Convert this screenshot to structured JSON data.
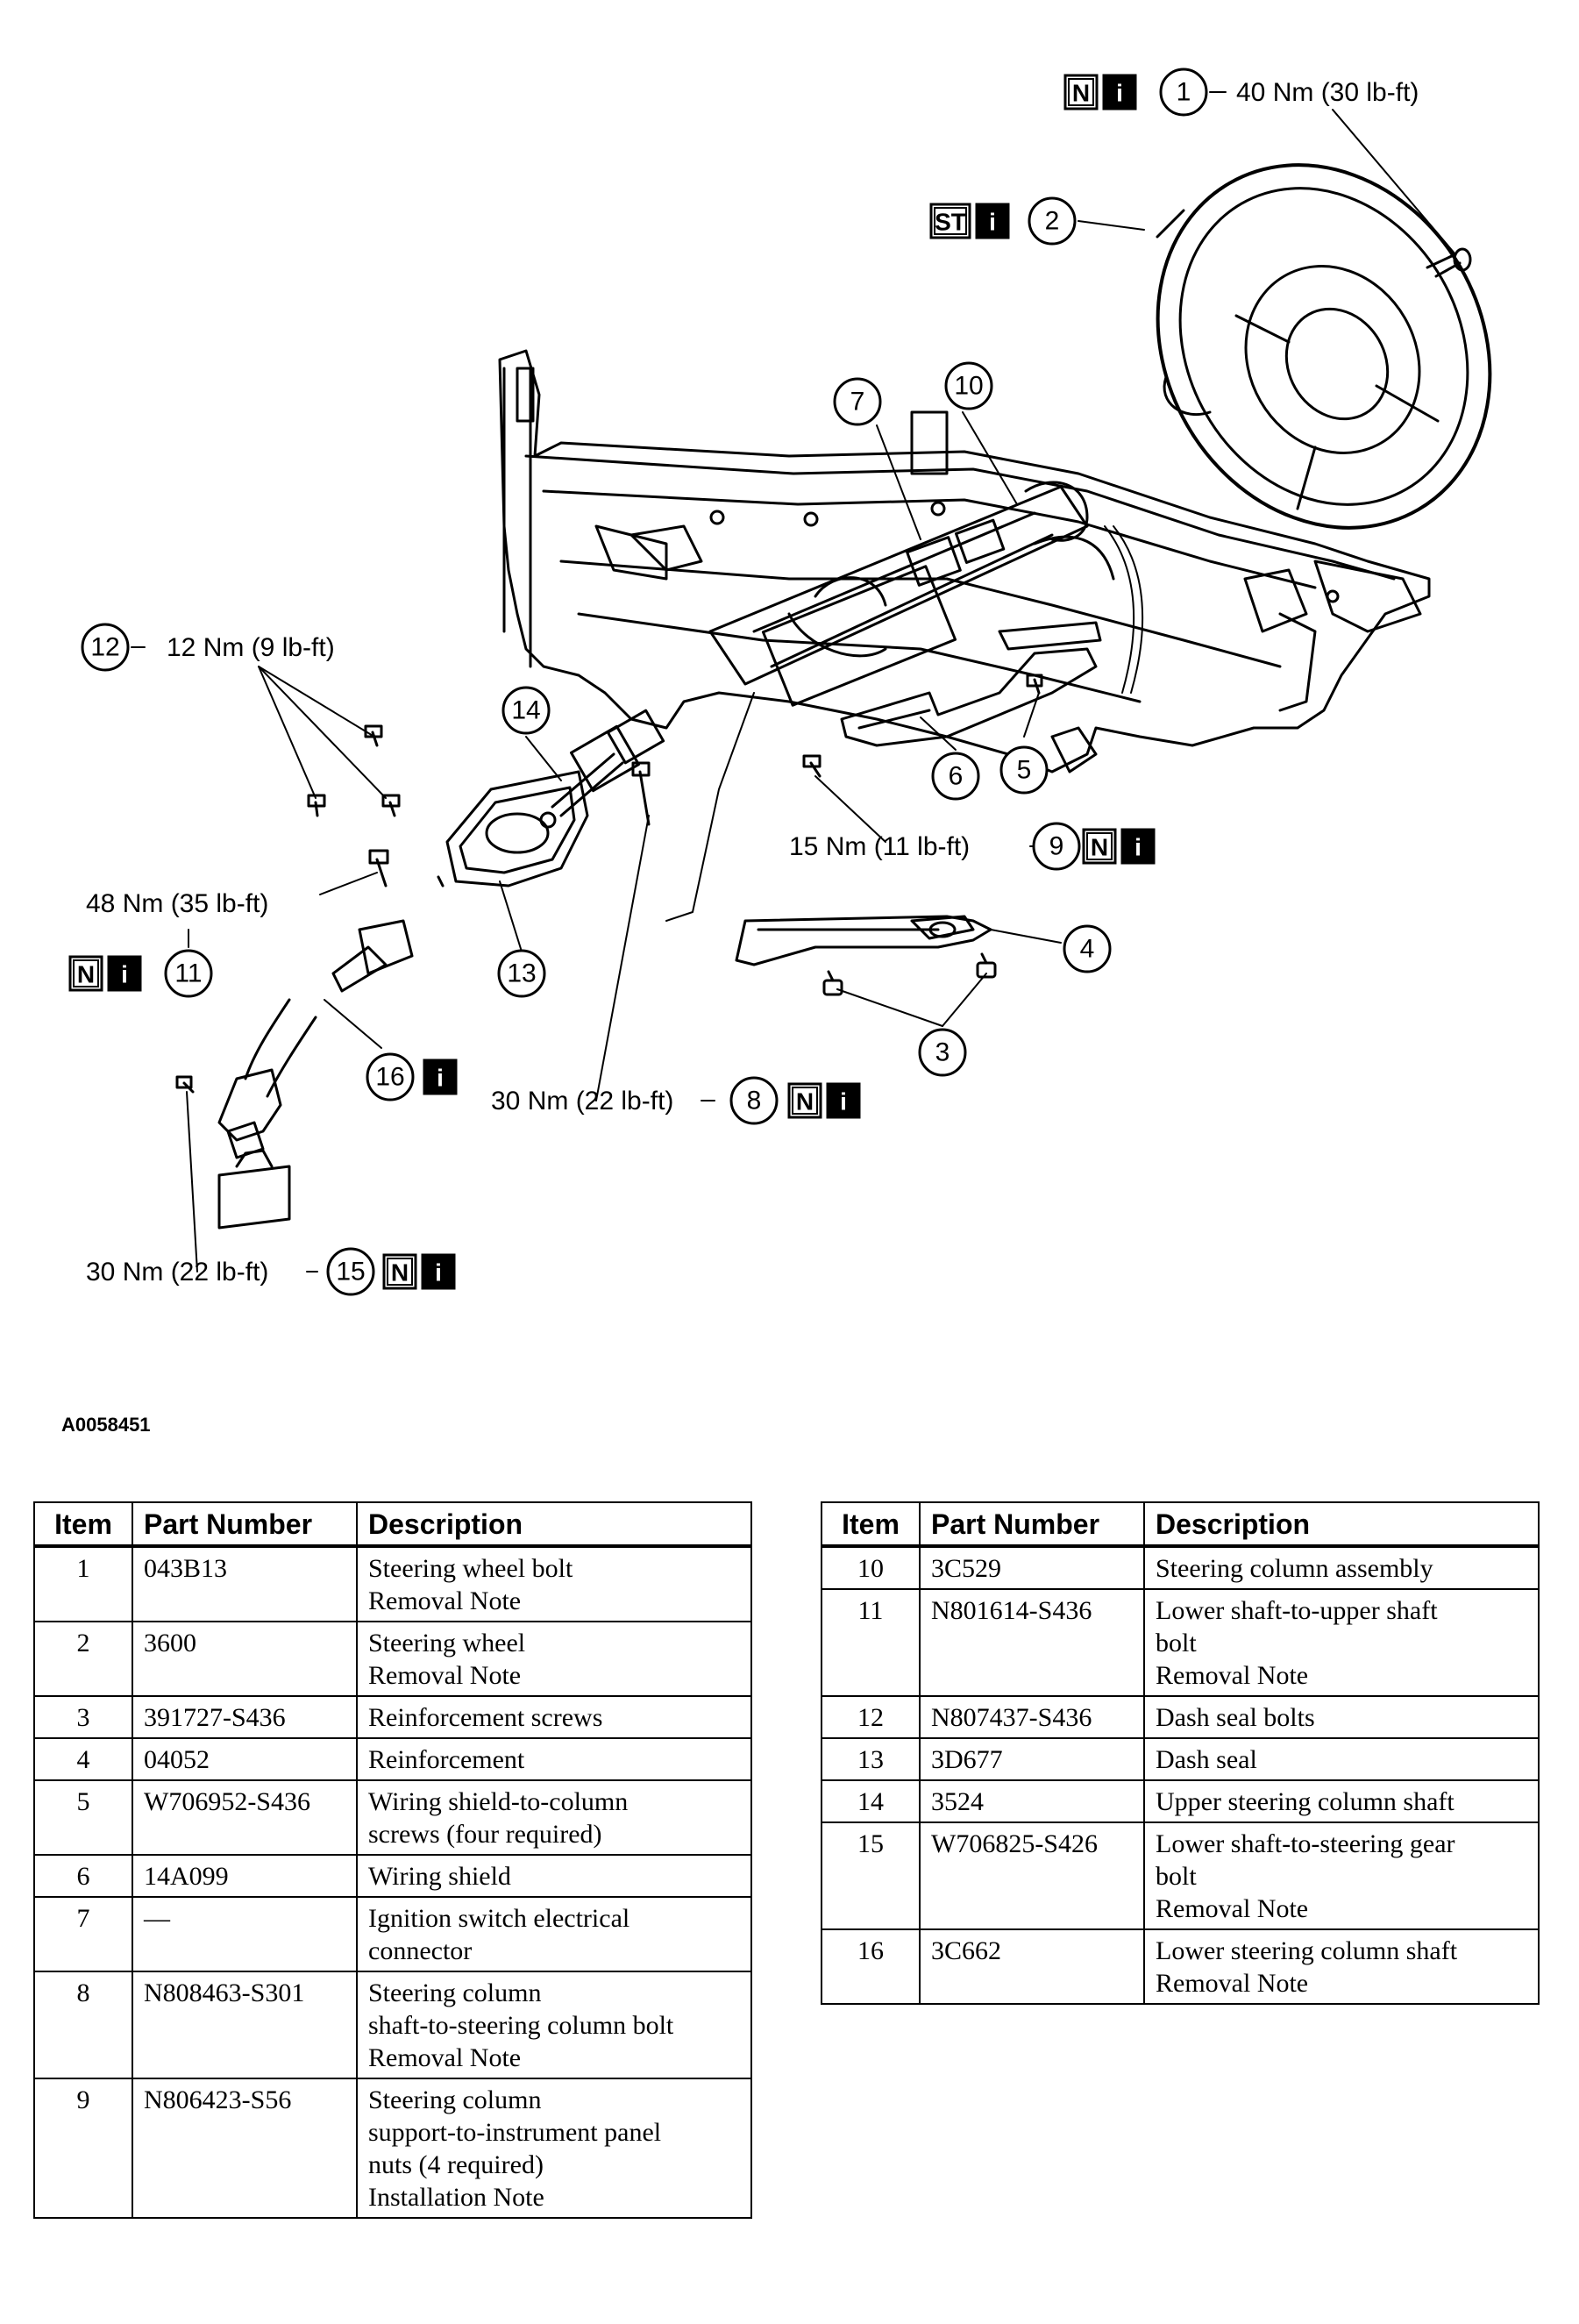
{
  "figure_id": "A0058451",
  "callouts": [
    {
      "num": "1",
      "torque": "40 Nm (30 lb-ft)",
      "badges": [
        "N",
        "i"
      ]
    },
    {
      "num": "2",
      "torque": "",
      "badges": [
        "ST",
        "i"
      ]
    },
    {
      "num": "3",
      "torque": "",
      "badges": []
    },
    {
      "num": "4",
      "torque": "",
      "badges": []
    },
    {
      "num": "5",
      "torque": "",
      "badges": []
    },
    {
      "num": "6",
      "torque": "",
      "badges": []
    },
    {
      "num": "7",
      "torque": "",
      "badges": []
    },
    {
      "num": "8",
      "torque": "30 Nm (22 lb-ft)",
      "badges": [
        "N",
        "i"
      ]
    },
    {
      "num": "9",
      "torque": "15 Nm (11 lb-ft)",
      "badges": [
        "N",
        "i"
      ]
    },
    {
      "num": "10",
      "torque": "",
      "badges": []
    },
    {
      "num": "11",
      "torque": "48 Nm (35 lb-ft)",
      "badges": [
        "N",
        "i"
      ]
    },
    {
      "num": "12",
      "torque": "12 Nm (9 lb-ft)",
      "badges": []
    },
    {
      "num": "13",
      "torque": "",
      "badges": []
    },
    {
      "num": "14",
      "torque": "",
      "badges": []
    },
    {
      "num": "15",
      "torque": "30 Nm (22 lb-ft)",
      "badges": [
        "N",
        "i"
      ]
    },
    {
      "num": "16",
      "torque": "",
      "badges": [
        "i"
      ]
    }
  ],
  "table_headers": [
    "Item",
    "Part Number",
    "Description"
  ],
  "parts_left": [
    {
      "item": "1",
      "part": "043B13",
      "desc": [
        "Steering wheel bolt",
        "Removal Note"
      ]
    },
    {
      "item": "2",
      "part": "3600",
      "desc": [
        "Steering wheel",
        "Removal Note"
      ]
    },
    {
      "item": "3",
      "part": "391727-S436",
      "desc": [
        "Reinforcement screws"
      ]
    },
    {
      "item": "4",
      "part": "04052",
      "desc": [
        "Reinforcement"
      ]
    },
    {
      "item": "5",
      "part": "W706952-S436",
      "desc": [
        "Wiring shield-to-column",
        "screws (four required)"
      ]
    },
    {
      "item": "6",
      "part": "14A099",
      "desc": [
        "Wiring shield"
      ]
    },
    {
      "item": "7",
      "part": "—",
      "desc": [
        "Ignition switch electrical",
        "connector"
      ]
    },
    {
      "item": "8",
      "part": "N808463-S301",
      "desc": [
        "Steering column",
        "shaft-to-steering column bolt",
        "Removal Note"
      ]
    },
    {
      "item": "9",
      "part": "N806423-S56",
      "desc": [
        "Steering column",
        "support-to-instrument panel",
        "nuts (4 required)",
        "Installation Note"
      ]
    }
  ],
  "parts_right": [
    {
      "item": "10",
      "part": "3C529",
      "desc": [
        "Steering column assembly"
      ]
    },
    {
      "item": "11",
      "part": "N801614-S436",
      "desc": [
        "Lower shaft-to-upper shaft",
        "bolt",
        "Removal Note"
      ]
    },
    {
      "item": "12",
      "part": "N807437-S436",
      "desc": [
        "Dash seal bolts"
      ]
    },
    {
      "item": "13",
      "part": "3D677",
      "desc": [
        "Dash seal"
      ]
    },
    {
      "item": "14",
      "part": "3524",
      "desc": [
        "Upper steering column shaft"
      ]
    },
    {
      "item": "15",
      "part": "W706825-S426",
      "desc": [
        "Lower shaft-to-steering gear",
        "bolt",
        "Removal Note"
      ]
    },
    {
      "item": "16",
      "part": "3C662",
      "desc": [
        "Lower steering column shaft",
        "Removal Note"
      ]
    }
  ]
}
